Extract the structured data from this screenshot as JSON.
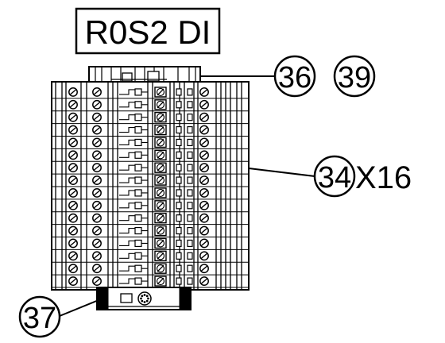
{
  "diagram": {
    "title": "R0S2 DI",
    "callouts": [
      {
        "number": "36",
        "suffix": ""
      },
      {
        "number": "39",
        "suffix": ""
      },
      {
        "number": "34",
        "suffix": "X16"
      },
      {
        "number": "37",
        "suffix": ""
      }
    ],
    "terminal_levels": 16,
    "colors": {
      "line": "#000000",
      "background": "#ffffff"
    }
  }
}
